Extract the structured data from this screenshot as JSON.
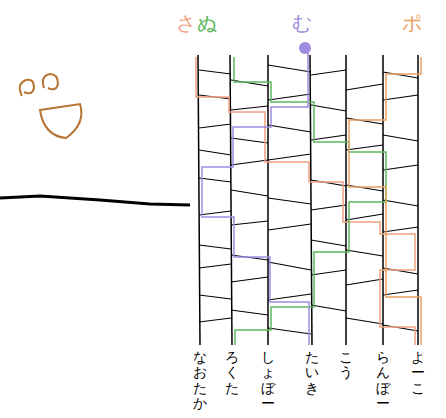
{
  "diagram": {
    "labels": [
      "さ",
      "ぬ",
      "む",
      "ポ",
      "なおたか",
      "ろくた",
      "しょぼー",
      "たいき",
      "こう",
      "らんぼー",
      "よーこ"
    ]
  }
}
